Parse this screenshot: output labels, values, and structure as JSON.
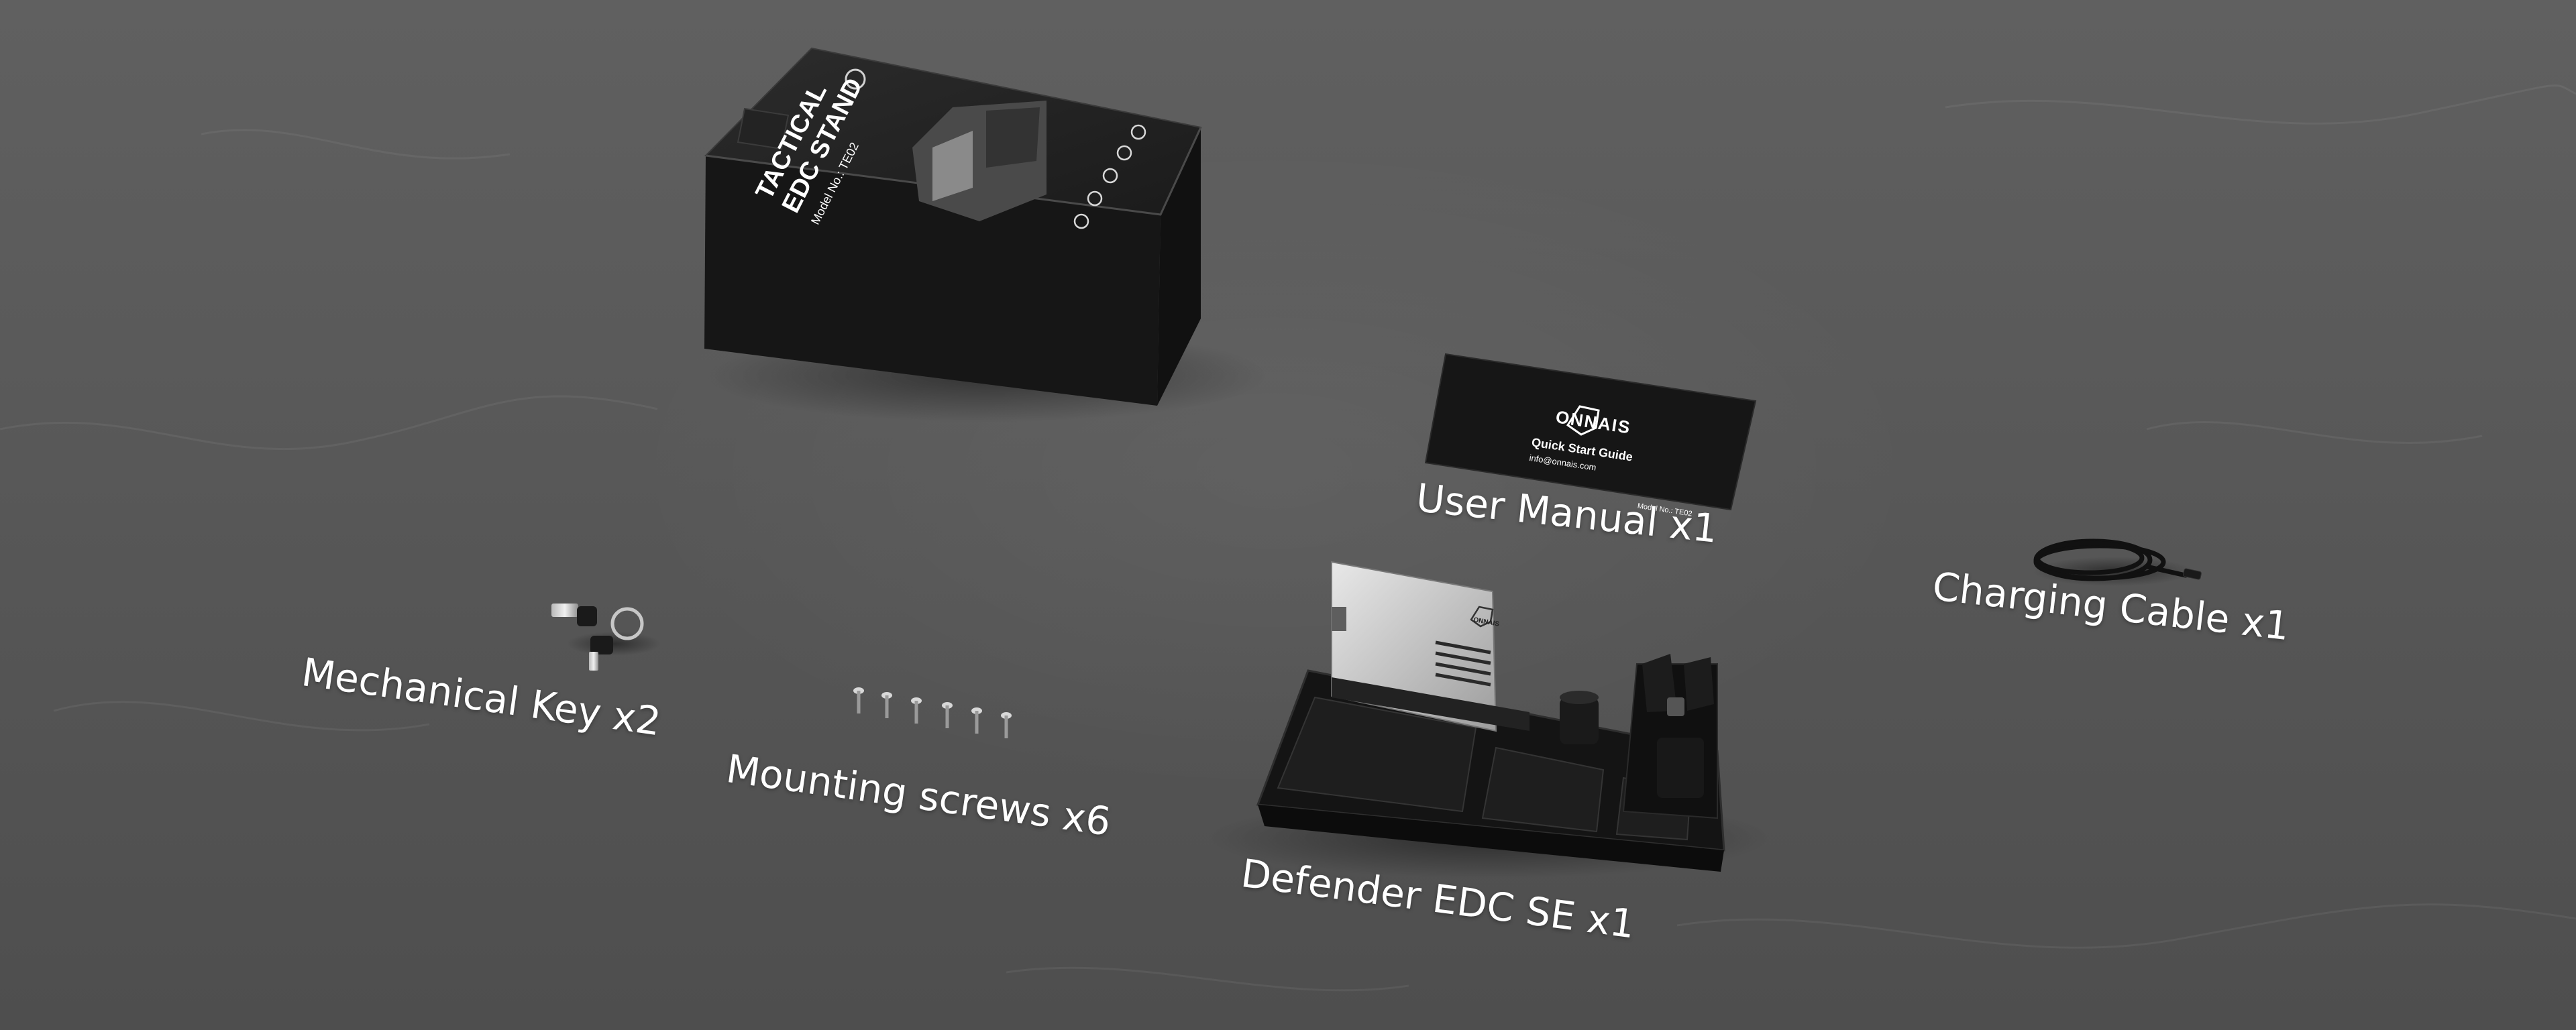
{
  "colors": {
    "background": "#5a5a5a",
    "box": "#1e1e1e",
    "label_text": "#ffffff"
  },
  "labels": {
    "user_manual": "User Manual x1",
    "charging_cable": "Charging Cable x1",
    "mechanical_key": "Mechanical Key x2",
    "mounting_screws": "Mounting screws x6",
    "defender_edc": "Defender EDC SE x1"
  },
  "box_print": {
    "title_line1": "TACTICAL",
    "title_line2": "EDC STAND",
    "model": "Model No.: TE02"
  },
  "manual_card": {
    "brand": "ONNAIS",
    "title": "Quick Start Guide",
    "email": "info@onnais.com",
    "model": "Model No.: TE02"
  },
  "stand_plate": {
    "brand": "ONNAIS"
  },
  "icons": [
    "box-feature-icon",
    "box-feature-icon",
    "box-feature-icon",
    "box-feature-icon",
    "box-feature-icon"
  ]
}
